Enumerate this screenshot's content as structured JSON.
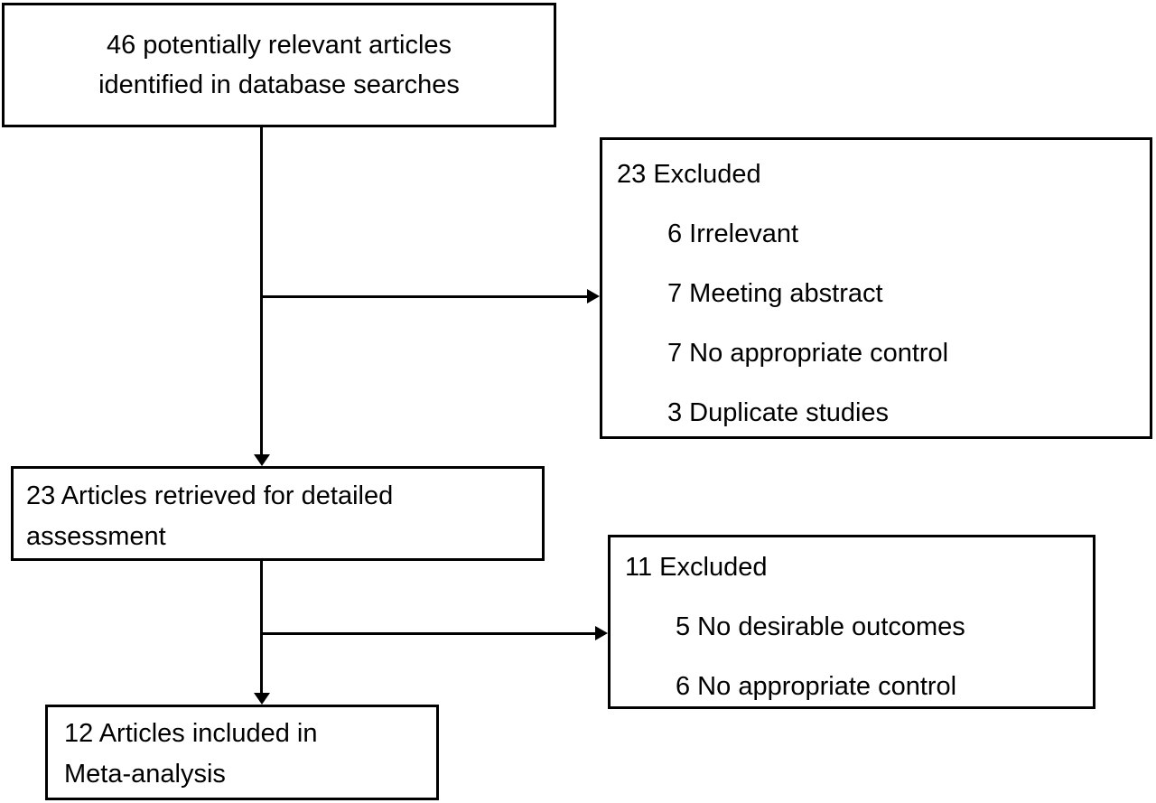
{
  "page": {
    "background_color": "#ffffff",
    "text_color": "#000000",
    "border_color": "#000000"
  },
  "flowchart": {
    "kind": "study-selection-flow-diagram",
    "identified_box": {
      "count": "46",
      "lines": [
        "46 potentially relevant articles",
        "identified in database searches"
      ]
    },
    "excluded_box_1": {
      "count": "23",
      "title": "23 Excluded",
      "items": [
        "6 Irrelevant",
        "7 Meeting abstract",
        "7 No appropriate control",
        "3 Duplicate studies"
      ]
    },
    "retrieved_box": {
      "count": "23",
      "lines": [
        "23 Articles retrieved for detailed",
        "assessment"
      ]
    },
    "excluded_box_2": {
      "count": "11",
      "title": "11 Excluded",
      "items": [
        "5 No desirable outcomes",
        "6 No appropriate control"
      ]
    },
    "included_box": {
      "count": "12",
      "lines": [
        "12 Articles included in",
        "Meta-analysis"
      ]
    }
  }
}
